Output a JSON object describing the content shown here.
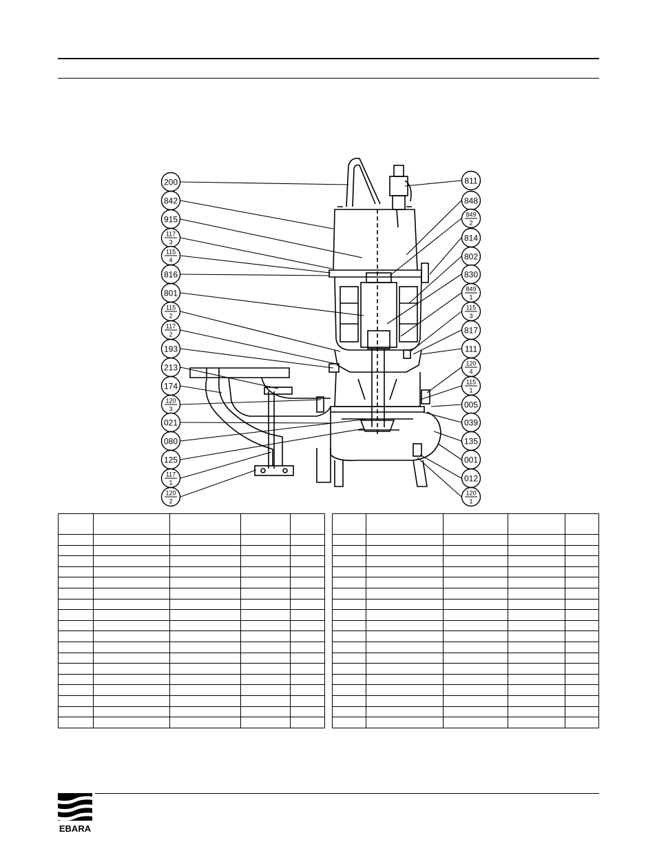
{
  "brand": "EBARA",
  "callouts": [
    {
      "id": "c-200",
      "label": "200"
    },
    {
      "id": "c-842",
      "label": "842"
    },
    {
      "id": "c-915",
      "label": "915"
    },
    {
      "id": "c-117-3",
      "num": "117",
      "den": "3"
    },
    {
      "id": "c-115-4",
      "num": "115",
      "den": "4"
    },
    {
      "id": "c-816",
      "label": "816"
    },
    {
      "id": "c-801",
      "label": "801"
    },
    {
      "id": "c-115-2",
      "num": "115",
      "den": "2"
    },
    {
      "id": "c-117-2",
      "num": "117",
      "den": "2"
    },
    {
      "id": "c-193",
      "label": "193"
    },
    {
      "id": "c-213",
      "label": "213"
    },
    {
      "id": "c-174",
      "label": "174"
    },
    {
      "id": "c-120-3",
      "num": "120",
      "den": "3"
    },
    {
      "id": "c-021",
      "label": "021"
    },
    {
      "id": "c-080",
      "label": "080"
    },
    {
      "id": "c-125",
      "label": "125"
    },
    {
      "id": "c-117-1",
      "num": "117",
      "den": "1"
    },
    {
      "id": "c-120-2",
      "num": "120",
      "den": "2"
    },
    {
      "id": "c-811",
      "label": "811"
    },
    {
      "id": "c-848",
      "label": "848"
    },
    {
      "id": "c-849-2",
      "num": "849",
      "den": "2"
    },
    {
      "id": "c-814",
      "label": "814"
    },
    {
      "id": "c-802",
      "label": "802"
    },
    {
      "id": "c-830",
      "label": "830"
    },
    {
      "id": "c-849-1",
      "num": "849",
      "den": "1"
    },
    {
      "id": "c-115-3",
      "num": "115",
      "den": "3"
    },
    {
      "id": "c-817",
      "label": "817"
    },
    {
      "id": "c-111",
      "label": "111"
    },
    {
      "id": "c-120-4",
      "num": "120",
      "den": "4"
    },
    {
      "id": "c-115-1",
      "num": "115",
      "den": "1"
    },
    {
      "id": "c-005",
      "label": "005"
    },
    {
      "id": "c-039",
      "label": "039"
    },
    {
      "id": "c-135",
      "label": "135"
    },
    {
      "id": "c-001",
      "label": "001"
    },
    {
      "id": "c-012",
      "label": "012"
    },
    {
      "id": "c-120-1",
      "num": "120",
      "den": "1"
    }
  ]
}
